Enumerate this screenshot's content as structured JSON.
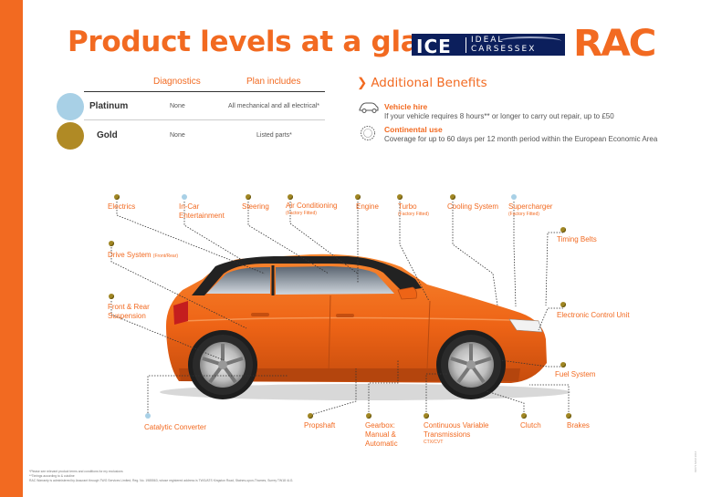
{
  "header": {
    "title": "Product levels at a glance",
    "ice_logo": {
      "ice": "ICE",
      "top": "IDEAL",
      "bottom": "CARSESSEX"
    },
    "rac_logo": "RAC"
  },
  "table": {
    "col_diagnostics": "Diagnostics",
    "col_plan": "Plan includes",
    "rows": [
      {
        "level": "Platinum",
        "diagnostics": "None",
        "plan": "All mechanical and all electrical*",
        "color": "#a8d0e6"
      },
      {
        "level": "Gold",
        "diagnostics": "None",
        "plan": "Listed parts*",
        "color": "#b08a25"
      }
    ]
  },
  "benefits": {
    "heading": "Additional Benefits",
    "items": [
      {
        "icon": "car-icon",
        "title": "Vehicle hire",
        "text": "If your vehicle requires 8 hours** or longer to carry out repair, up to £50"
      },
      {
        "icon": "globe-icon",
        "title": "Continental use",
        "text": "Coverage for up to 60 days per 12 month period within the European Economic Area"
      }
    ]
  },
  "parts": {
    "electrics": "Electrics",
    "in_car": "In-Car Entertainment",
    "steering": "Steering",
    "air_con": "Air Conditioning",
    "factory_fitted": "(Factory Fitted)",
    "engine": "Engine",
    "turbo": "Turbo",
    "cooling": "Cooling System",
    "supercharger": "Supercharger",
    "timing_belts": "Timing Belts",
    "drive_system": "Drive System",
    "front_rear": "(Front/Rear)",
    "suspension": "Front & Rear Suspension",
    "ecu": "Electronic Control Unit",
    "fuel": "Fuel System",
    "catalytic": "Catalytic Converter",
    "propshaft": "Propshaft",
    "gearbox": "Gearbox: Manual & Automatic",
    "cvt": "Continuous Variable Transmissions",
    "cvt_sub": "CTX/CVT",
    "clutch": "Clutch",
    "brakes": "Brakes"
  },
  "colors": {
    "accent": "#f26a21",
    "gold_dot": "#a08623",
    "platinum_dot": "#a8d0e6",
    "car_body": "#f06a1a"
  },
  "footnotes": {
    "line1": "*Please see relevant product terms and conditions for my exclusions",
    "line2": "**Timings according to & cutoline",
    "line3": "RAC Warranty is administered by Assurant through TWG Services Limited, Reg. No. 1985563, whose registered address is TWG/ATS Kingston Road, Staines-upon-Thames, Surrey TW18 4LG.",
    "code": "02071 MAR 2016"
  }
}
